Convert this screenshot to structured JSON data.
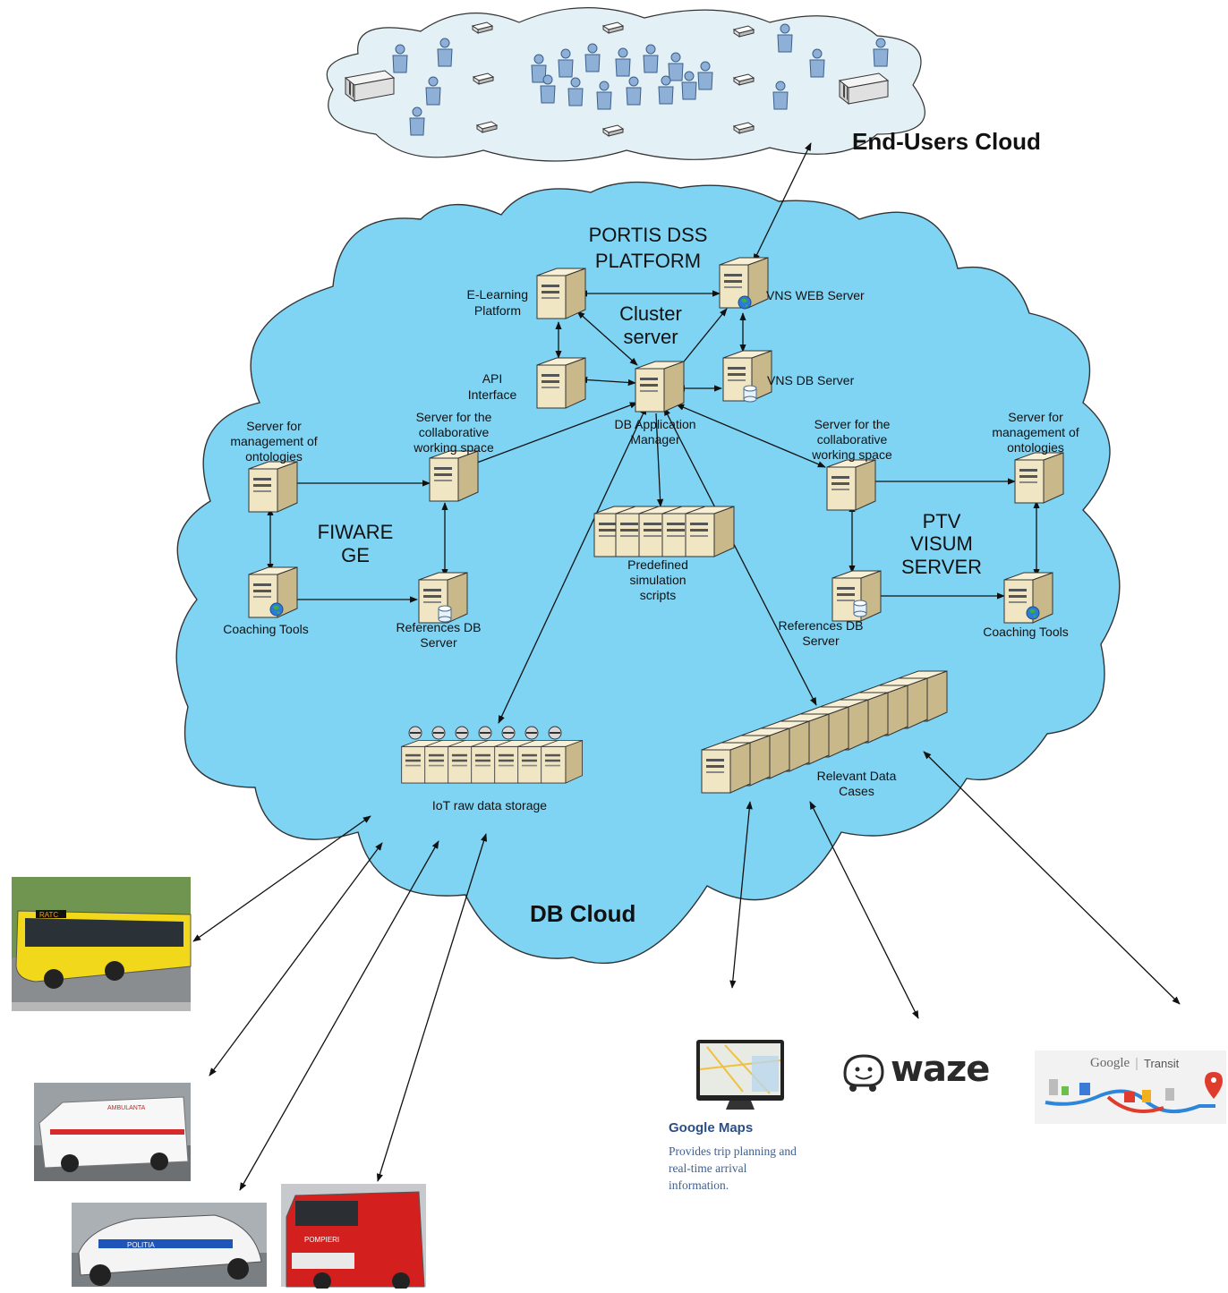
{
  "end_users_cloud": {
    "title": "End-Users Cloud"
  },
  "db_cloud": {
    "title": "DB Cloud"
  },
  "platform": {
    "line1": "PORTIS DSS",
    "line2": "PLATFORM"
  },
  "cluster": {
    "line1": "Cluster",
    "line2": "server"
  },
  "fiware": {
    "line1": "FIWARE",
    "line2": "GE"
  },
  "ptv": {
    "line1": "PTV",
    "line2": "VISUM",
    "line3": "SERVER"
  },
  "nodes": {
    "elearning": {
      "line1": "E-Learning",
      "line2": "Platform"
    },
    "vns_web": {
      "label": "VNS WEB Server"
    },
    "api": {
      "line1": "API",
      "line2": "Interface"
    },
    "db_app": {
      "line1": "DB Application",
      "line2": "Manager"
    },
    "vns_db": {
      "label": "VNS DB Server"
    },
    "left_collab": {
      "line1": "Server for the",
      "line2": "collaborative",
      "line3": "working space"
    },
    "left_onto": {
      "line1": "Server for",
      "line2": "management of",
      "line3": "ontologies"
    },
    "left_coach": {
      "label": "Coaching Tools"
    },
    "left_refdb": {
      "line1": "References DB",
      "line2": "Server"
    },
    "predef": {
      "line1": "Predefined",
      "line2": "simulation",
      "line3": "scripts"
    },
    "right_collab": {
      "line1": "Server for the",
      "line2": "collaborative",
      "line3": "working space"
    },
    "right_onto": {
      "line1": "Server for",
      "line2": "management of",
      "line3": "ontologies"
    },
    "right_refdb": {
      "line1": "References DB",
      "line2": "Server"
    },
    "right_coach": {
      "label": "Coaching Tools"
    },
    "iot": {
      "label": "IoT raw data storage"
    },
    "relevant": {
      "line1": "Relevant Data",
      "line2": "Cases"
    }
  },
  "external": {
    "google_maps": {
      "title": "Google Maps",
      "desc": "Provides trip planning and real-time arrival information."
    },
    "waze": {
      "label": "waze"
    },
    "google_transit": {
      "google": "Google",
      "transit": "Transit"
    },
    "vehicles": {
      "bus_sign": "RATC",
      "ambulance_text": "AMBULANTA",
      "police_text": "POLITIA",
      "fire_text": "POMPIERI"
    }
  },
  "colors": {
    "cloud_fill": "#7fd4f4",
    "sky_cloud_fill": "#e3f1f6",
    "server": "#efe3b8",
    "line": "#111111"
  }
}
